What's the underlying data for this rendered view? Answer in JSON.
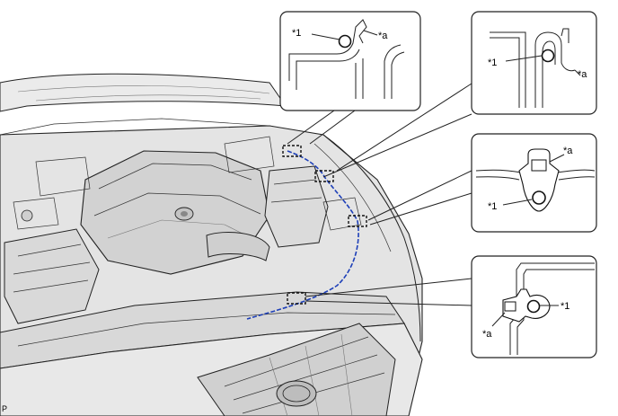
{
  "labels": {
    "part": "*1",
    "mark": "*a",
    "corner": "P"
  },
  "colors": {
    "wire": "#1d3fb8",
    "line": "#222222",
    "body_fill": "#e4e4e4"
  }
}
